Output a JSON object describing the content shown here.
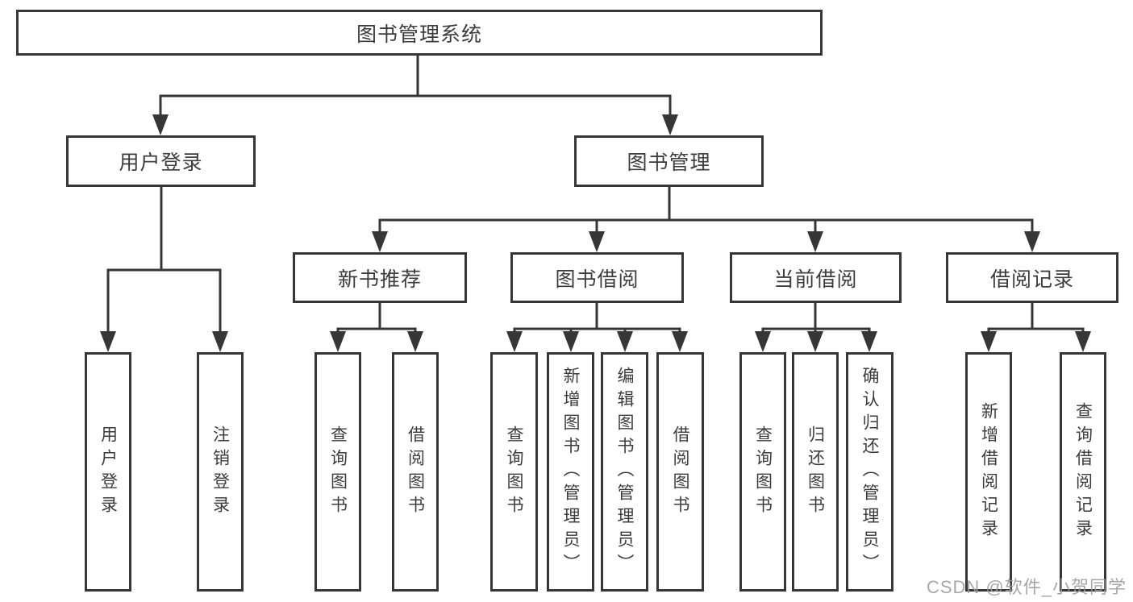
{
  "diagram": {
    "root": "图书管理系统",
    "user_login": {
      "label": "用户登录",
      "children": [
        "用户登录",
        "注销登录"
      ]
    },
    "book_management": {
      "label": "图书管理",
      "groups": [
        {
          "label": "新书推荐",
          "children": [
            "查询图书",
            "借阅图书"
          ]
        },
        {
          "label": "图书借阅",
          "children": [
            "查询图书",
            "新增图书（管理员）",
            "编辑图书（管理员）",
            "借阅图书"
          ]
        },
        {
          "label": "当前借阅",
          "children": [
            "查询图书",
            "归还图书",
            "确认归还（管理员）"
          ]
        },
        {
          "label": "借阅记录",
          "children": [
            "新增借阅记录",
            "查询借阅记录"
          ]
        }
      ]
    }
  },
  "watermark": "CSDN @软件_小贺同学"
}
